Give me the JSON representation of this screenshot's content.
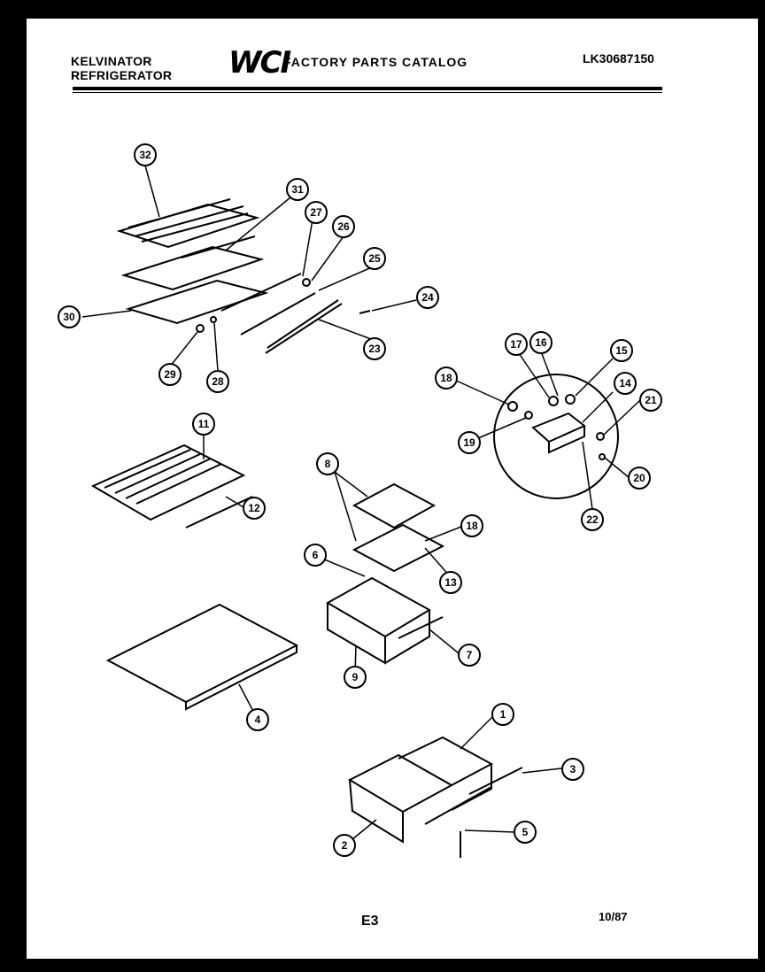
{
  "header": {
    "brand_line1": "KELVINATOR",
    "brand_line2": "REFRIGERATOR",
    "logo_text": "WCI",
    "catalog_title": "FACTORY PARTS CATALOG",
    "model_number": "LK30687150"
  },
  "footer": {
    "page_code": "E3",
    "date": "10/87"
  },
  "callouts": [
    "32",
    "31",
    "27",
    "26",
    "25",
    "24",
    "23",
    "30",
    "29",
    "28",
    "17",
    "16",
    "15",
    "18",
    "14",
    "21",
    "19",
    "20",
    "22",
    "11",
    "12",
    "8",
    "18",
    "13",
    "6",
    "7",
    "9",
    "4",
    "1",
    "3",
    "2",
    "5"
  ]
}
